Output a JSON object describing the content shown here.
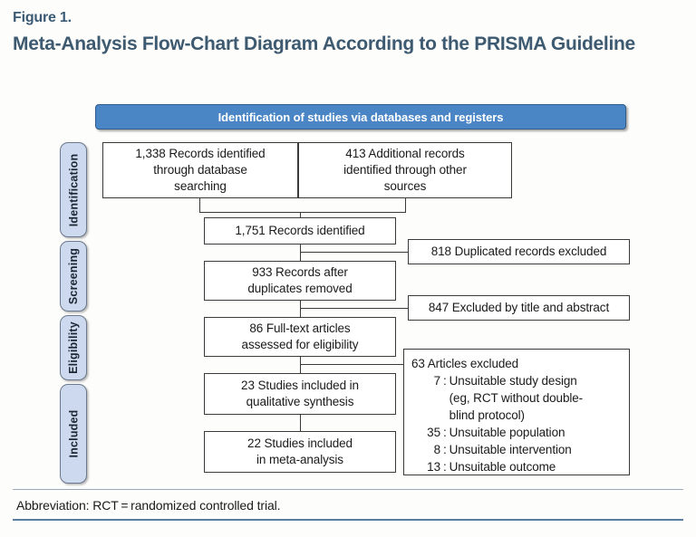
{
  "header": {
    "figure_label": "Figure 1.",
    "title": "Meta-Analysis Flow-Chart Diagram According to the PRISMA Guideline",
    "title_color": "#3d5a70"
  },
  "banner": {
    "text": "Identification of studies via databases and registers",
    "bg_color": "#4a86c5",
    "text_color": "#ffffff"
  },
  "stages": [
    {
      "label": "Identification"
    },
    {
      "label": "Screening"
    },
    {
      "label": "Eligibility"
    },
    {
      "label": "Included"
    }
  ],
  "stage_style": {
    "fill": "#ccd9ee",
    "border": "#6d7a8c"
  },
  "chart_data": {
    "type": "diagram",
    "title": "Meta-Analysis Flow-Chart Diagram According to the PRISMA Guideline",
    "nodes": [
      {
        "id": "records_db",
        "stage": "Identification",
        "count": 1338,
        "text": "1,338 Records identified through database searching"
      },
      {
        "id": "records_other",
        "stage": "Identification",
        "count": 413,
        "text": "413 Additional records identified through other sources"
      },
      {
        "id": "records_total",
        "stage": "Screening",
        "count": 1751,
        "text": "1,751 Records identified"
      },
      {
        "id": "duplicates_excl",
        "stage": "Screening",
        "count": 818,
        "text": "818 Duplicated records excluded"
      },
      {
        "id": "after_dupes",
        "stage": "Screening",
        "count": 933,
        "text": "933 Records after duplicates removed"
      },
      {
        "id": "title_abs_excl",
        "stage": "Screening",
        "count": 847,
        "text": "847 Excluded by title and abstract"
      },
      {
        "id": "fulltext",
        "stage": "Eligibility",
        "count": 86,
        "text": "86 Full-text articles assessed for eligibility"
      },
      {
        "id": "articles_excl",
        "stage": "Eligibility",
        "count": 63,
        "text": "63 Articles excluded"
      },
      {
        "id": "qualitative",
        "stage": "Included",
        "count": 23,
        "text": "23 Studies included in qualitative synthesis"
      },
      {
        "id": "meta_analysis",
        "stage": "Included",
        "count": 22,
        "text": "22 Studies included in meta-analysis"
      }
    ],
    "exclusion_reasons": [
      {
        "count": "7",
        "reason": "Unsuitable study design (eg, RCT without double-blind protocol)"
      },
      {
        "count": "35",
        "reason": "Unsuitable population"
      },
      {
        "count": "8",
        "reason": "Unsuitable intervention"
      },
      {
        "count": "13",
        "reason": "Unsuitable outcome"
      }
    ]
  },
  "boxes": {
    "records_db_l1": "1,338 Records identified",
    "records_db_l2": "through database",
    "records_db_l3": "searching",
    "records_other_l1": "413 Additional records",
    "records_other_l2": "identified through other",
    "records_other_l3": "sources",
    "records_total": "1,751 Records identified",
    "duplicates_excl": "818 Duplicated records excluded",
    "after_dupes_l1": "933 Records after",
    "after_dupes_l2": "duplicates removed",
    "title_abs_excl": "847 Excluded by title and abstract",
    "fulltext_l1": "86 Full-text articles",
    "fulltext_l2": "assessed for eligibility",
    "qualitative_l1": "23 Studies included in",
    "qualitative_l2": "qualitative synthesis",
    "meta_l1": "22 Studies included",
    "meta_l2": "in meta-analysis",
    "excl_head": "63 Articles excluded",
    "excl_1_num": "7",
    "excl_1_l1": "Unsuitable study design",
    "excl_1_l2": "(eg, RCT without double-",
    "excl_1_l3": "blind protocol)",
    "excl_2_num": "35",
    "excl_2_txt": "Unsuitable population",
    "excl_3_num": "8",
    "excl_3_txt": "Unsuitable intervention",
    "excl_4_num": "13",
    "excl_4_txt": "Unsuitable outcome",
    "colon": ":"
  },
  "footer": {
    "note": "Abbreviation: RCT = randomized controlled trial."
  }
}
